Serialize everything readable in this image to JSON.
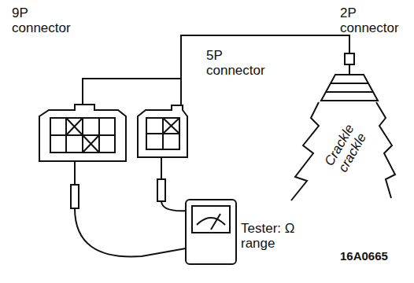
{
  "diagram": {
    "labels": [
      "9P connector",
      "2P connector",
      "5P connector",
      "Crackle crackle",
      "Tester: Ω range",
      "16A0665"
    ]
  }
}
